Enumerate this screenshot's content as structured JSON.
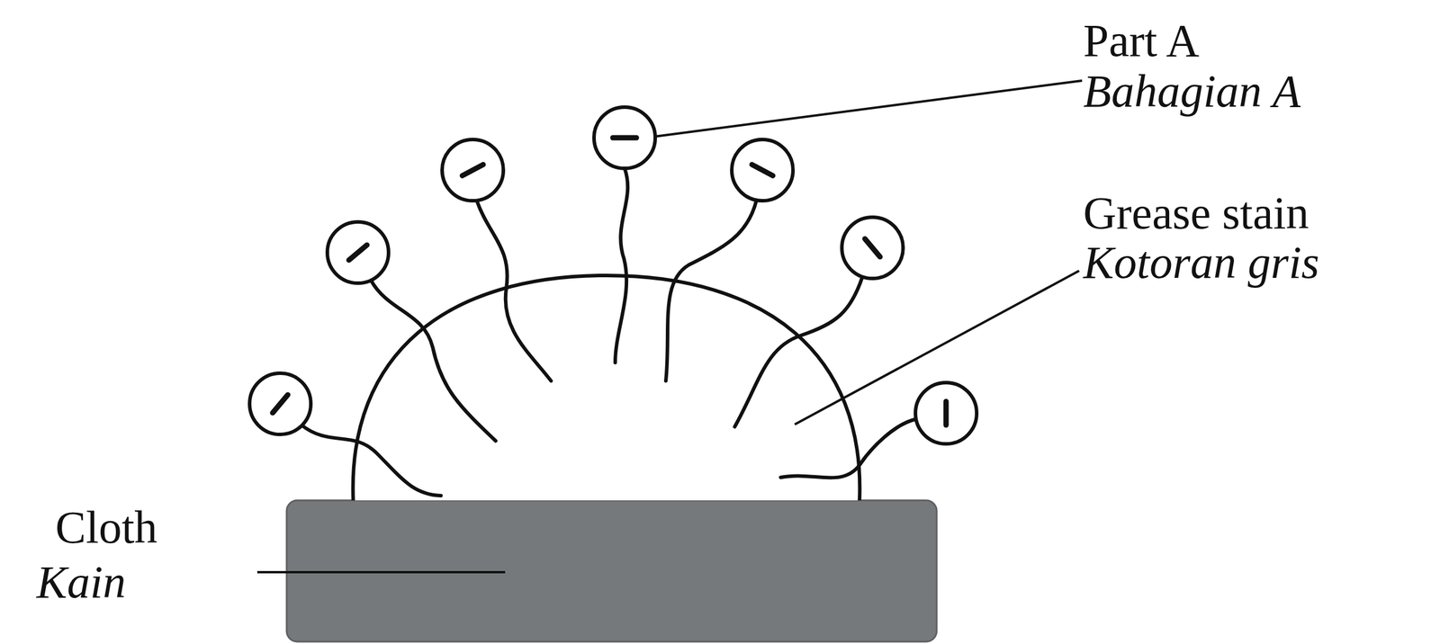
{
  "diagram": {
    "labels": [
      "Part A",
      "Bahagian A",
      "Grease stain",
      "Kotoran gris",
      "Cloth",
      "Kain"
    ]
  }
}
